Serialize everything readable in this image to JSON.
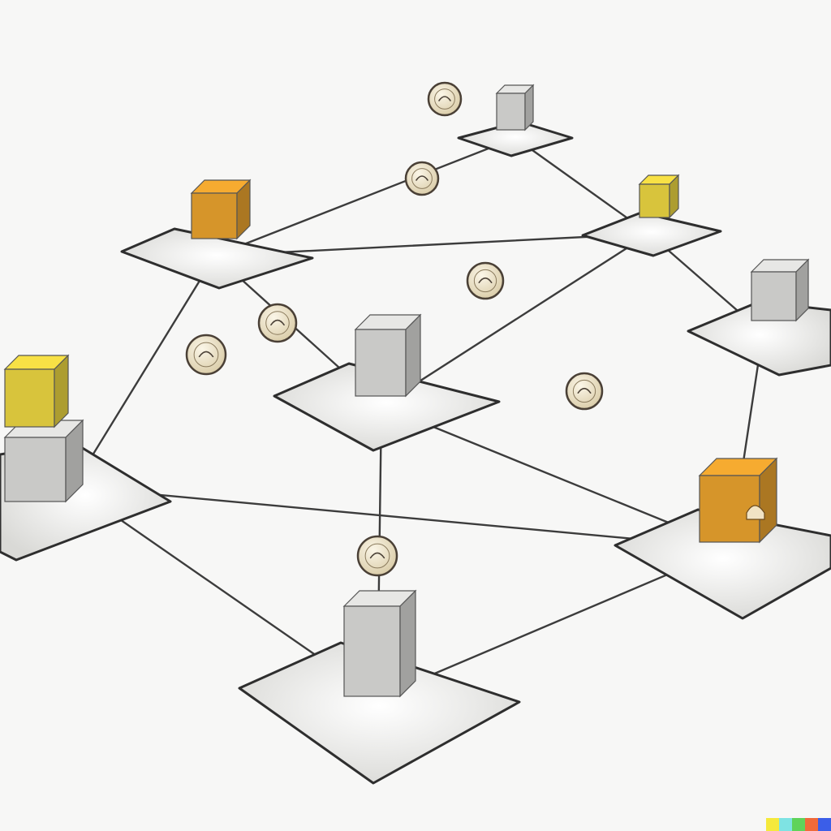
{
  "diagram": {
    "title": "",
    "palette": {
      "background": "#f7f7f6",
      "line": "#3c3c3c",
      "pad_fill": "#e6e6e4",
      "pad_edge": "#2e2e2e",
      "gray_block": "#c9c9c7",
      "orange_block": "#d6952a",
      "yellow_block": "#d8c43c",
      "coin_fill": "#efe6cf",
      "coin_edge": "#4a4036"
    },
    "nodes": [
      {
        "id": "n-top",
        "block": "gray",
        "role": "server"
      },
      {
        "id": "n-upper-left",
        "block": "orange",
        "role": "server"
      },
      {
        "id": "n-upper-right",
        "block": "yellow",
        "role": "server"
      },
      {
        "id": "n-right",
        "block": "gray",
        "role": "server"
      },
      {
        "id": "n-center",
        "block": "gray",
        "role": "server"
      },
      {
        "id": "n-left",
        "block": "yellow-on-gray",
        "role": "server"
      },
      {
        "id": "n-lower-right",
        "block": "orange",
        "role": "server"
      },
      {
        "id": "n-bottom",
        "block": "gray",
        "role": "server"
      }
    ],
    "links": [
      {
        "from": "n-top",
        "to": "n-upper-left"
      },
      {
        "from": "n-top",
        "to": "n-upper-right"
      },
      {
        "from": "n-upper-left",
        "to": "n-upper-right"
      },
      {
        "from": "n-upper-left",
        "to": "n-left"
      },
      {
        "from": "n-upper-left",
        "to": "n-center"
      },
      {
        "from": "n-upper-right",
        "to": "n-right"
      },
      {
        "from": "n-upper-right",
        "to": "n-center"
      },
      {
        "from": "n-right",
        "to": "n-lower-right"
      },
      {
        "from": "n-center",
        "to": "n-bottom"
      },
      {
        "from": "n-center",
        "to": "n-lower-right"
      },
      {
        "from": "n-left",
        "to": "n-bottom"
      },
      {
        "from": "n-left",
        "to": "n-lower-right"
      },
      {
        "from": "n-lower-right",
        "to": "n-bottom"
      }
    ],
    "tokens": [
      {
        "id": "token-top",
        "icon": "coin-icon"
      },
      {
        "id": "token-upper",
        "icon": "coin-icon"
      },
      {
        "id": "token-mid",
        "icon": "coin-icon"
      },
      {
        "id": "token-left-1",
        "icon": "coin-icon"
      },
      {
        "id": "token-left-2",
        "icon": "coin-icon"
      },
      {
        "id": "token-right",
        "icon": "coin-icon"
      },
      {
        "id": "token-bottom",
        "icon": "coin-icon"
      }
    ],
    "watermark_colors": [
      "#f5e93b",
      "#7ee3e3",
      "#5fd35a",
      "#f06a3a",
      "#3b5ee8"
    ]
  }
}
